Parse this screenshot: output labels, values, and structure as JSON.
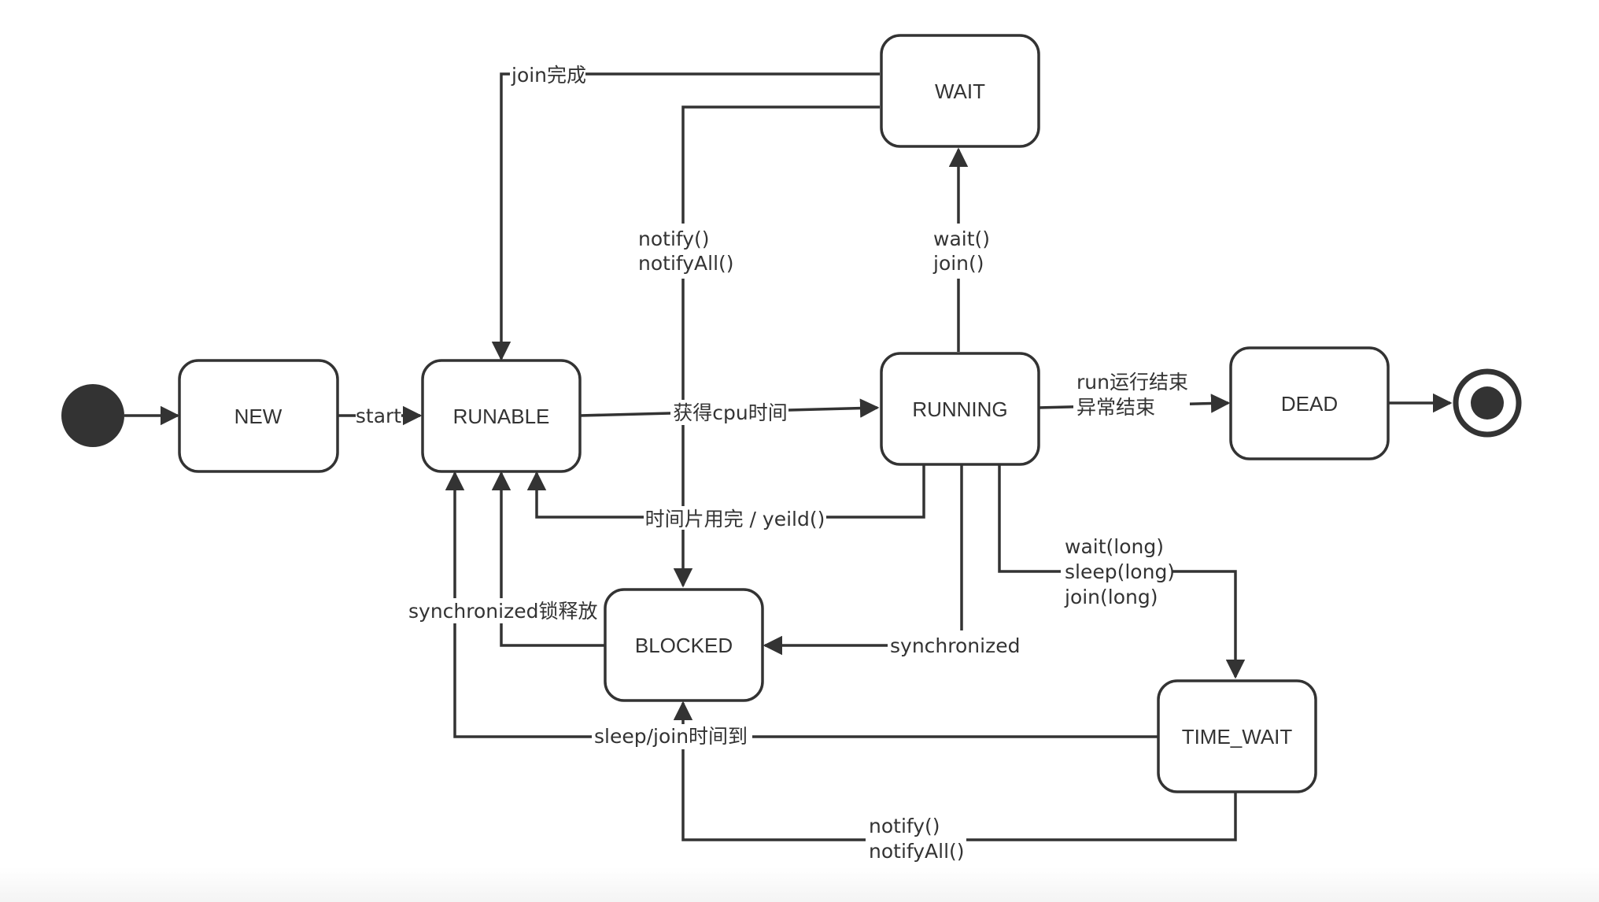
{
  "states": {
    "new": "NEW",
    "runable": "RUNABLE",
    "running": "RUNNING",
    "wait": "WAIT",
    "dead": "DEAD",
    "blocked": "BLOCKED",
    "time_wait": "TIME_WAIT"
  },
  "transitions": {
    "start": "start",
    "get_cpu": "获得cpu时间",
    "timeslice": "时间片用完 / yeild()",
    "wait_join": [
      "wait()",
      "join()"
    ],
    "join_done": "join完成",
    "notify_wait": [
      "notify()",
      "notifyAll()"
    ],
    "run_end": [
      "run运行结束",
      "异常结束"
    ],
    "timed": [
      "wait(long)",
      "sleep(long)",
      "join(long)"
    ],
    "synchronized": "synchronized",
    "sync_release": "synchronized锁释放",
    "sleep_join_timeout": "sleep/join时间到",
    "notify_timewait": [
      "notify()",
      "notifyAll()"
    ]
  },
  "colors": {
    "stroke": "#333333",
    "fill": "#ffffff",
    "text": "#333333"
  }
}
